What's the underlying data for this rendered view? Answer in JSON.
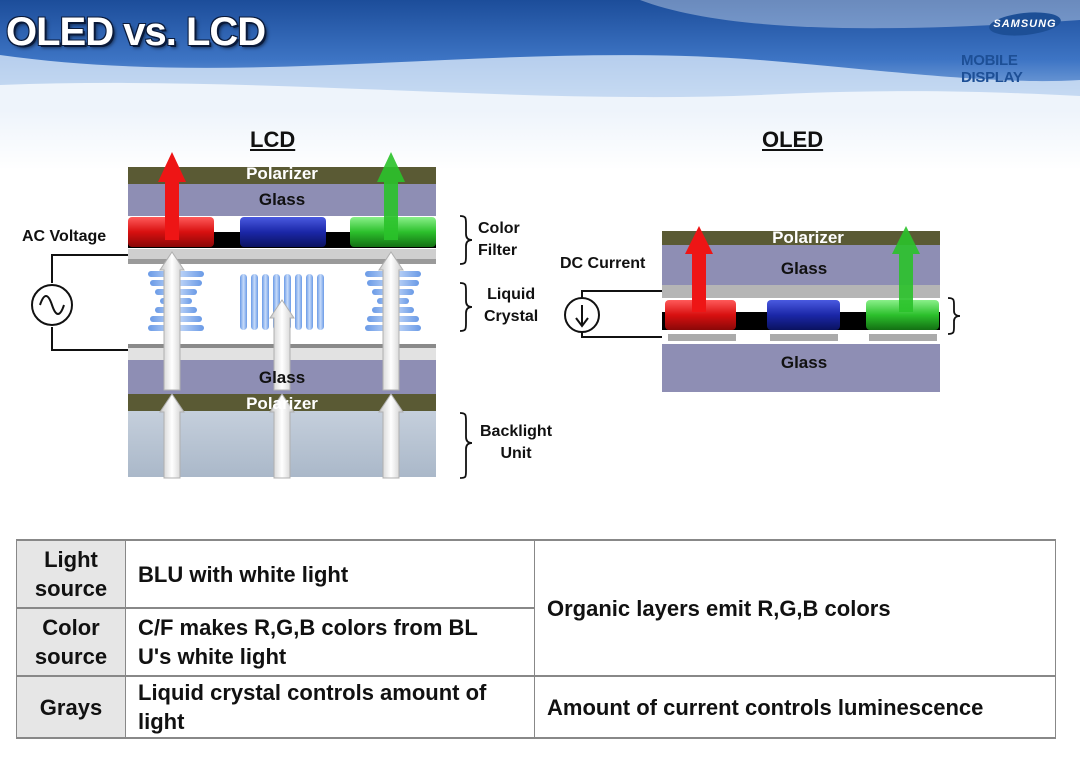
{
  "slide": {
    "title": "OLED vs. LCD"
  },
  "brand": {
    "logo_text": "SAMSUNG",
    "division": "MOBILE DISPLAY"
  },
  "lcd": {
    "heading": "LCD",
    "layers": {
      "polarizer_top": "Polarizer",
      "glass_top": "Glass",
      "glass_bottom": "Glass",
      "polarizer_bottom": "Polarizer"
    },
    "labels": {
      "ac_voltage": "AC Voltage",
      "color_filter": "Color\nFilter",
      "liquid_crystal": "Liquid\nCrystal",
      "backlight_unit": "Backlight\nUnit"
    }
  },
  "oled": {
    "heading": "OLED",
    "layers": {
      "polarizer": "Polarizer",
      "glass_top": "Glass",
      "glass_bottom": "Glass"
    },
    "labels": {
      "dc_current": "DC Current"
    }
  },
  "colors": {
    "red": "#e01010",
    "blue": "#1b27a8",
    "green": "#28b828",
    "layer_gray": "#8e8eb4",
    "polarizer": "#5a5a34"
  },
  "comparison": {
    "rows": [
      {
        "header": "Light\nsource",
        "lcd": "BLU with white light"
      },
      {
        "header": "Color\nsource",
        "lcd": "C/F makes R,G,B colors from BL\nU's white light"
      },
      {
        "header": "Grays",
        "lcd": "Liquid crystal controls amount of\nlight",
        "oled": "Amount of current controls luminescence"
      }
    ],
    "oled_merged": "Organic layers emit R,G,B colors"
  }
}
